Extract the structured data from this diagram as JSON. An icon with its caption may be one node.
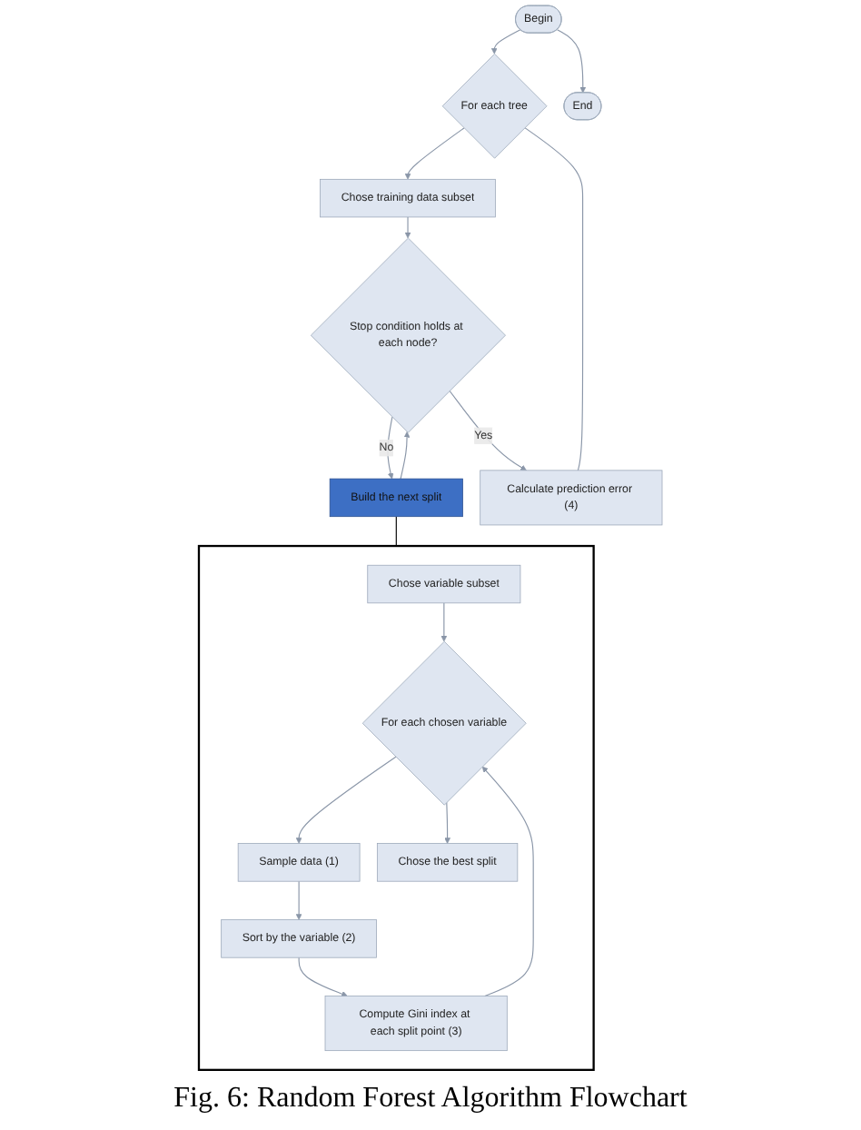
{
  "diagram": {
    "caption": "Fig. 6: Random Forest Algorithm Flowchart",
    "nodes": [
      {
        "text": [
          "Begin"
        ]
      },
      {
        "text": [
          "For each tree"
        ]
      },
      {
        "text": [
          "Chose training data subset"
        ]
      },
      {
        "text": [
          "Stop condition holds at each node?"
        ]
      },
      {
        "text": [
          "Build the next split"
        ]
      },
      {
        "text": [
          "Calculate prediction error (4)"
        ]
      },
      {
        "text": [
          "End"
        ]
      },
      {
        "text": [],
        "shape": "box"
      },
      {
        "text": [
          "Chose variable subset"
        ],
        "in": 7
      },
      {
        "text": [
          "For each chosen variable"
        ],
        "in": 7
      },
      {
        "text": [
          "Sample data (1)"
        ],
        "in": 7
      },
      {
        "text": [
          "Sort by the variable (2)"
        ],
        "in": 7
      },
      {
        "text": [
          "Compute Gini index at each split point (3)"
        ],
        "in": 7
      },
      {
        "text": [
          "Chose the best split"
        ],
        "in": 7
      }
    ],
    "edges": [
      {
        "from": 0,
        "to": 1,
        "arrow": "to"
      },
      {
        "from": 1,
        "to": 2,
        "arrow": "to"
      },
      {
        "from": 2,
        "to": 3,
        "arrow": "to"
      },
      {
        "from": 3,
        "to": 4,
        "arrow": "to",
        "label": "No"
      },
      {
        "from": 4,
        "to": 3,
        "arrow": "to"
      },
      {
        "from": 3,
        "to": 5,
        "arrow": "to",
        "label": "Yes"
      },
      {
        "from": 5,
        "to": 1,
        "arrow": "none"
      },
      {
        "from": 0,
        "to": 6,
        "arrow": "to"
      },
      {
        "from": 4,
        "to": 7,
        "arrow": "none",
        "color": "#000000"
      },
      {
        "from": 8,
        "to": 9,
        "arrow": "to"
      },
      {
        "from": 9,
        "to": 10,
        "arrow": "to"
      },
      {
        "from": 10,
        "to": 11,
        "arrow": "to"
      },
      {
        "from": 11,
        "to": 12,
        "arrow": "to"
      },
      {
        "from": 12,
        "to": 9,
        "arrow": "to"
      },
      {
        "from": 9,
        "to": 13,
        "arrow": "to"
      }
    ]
  }
}
